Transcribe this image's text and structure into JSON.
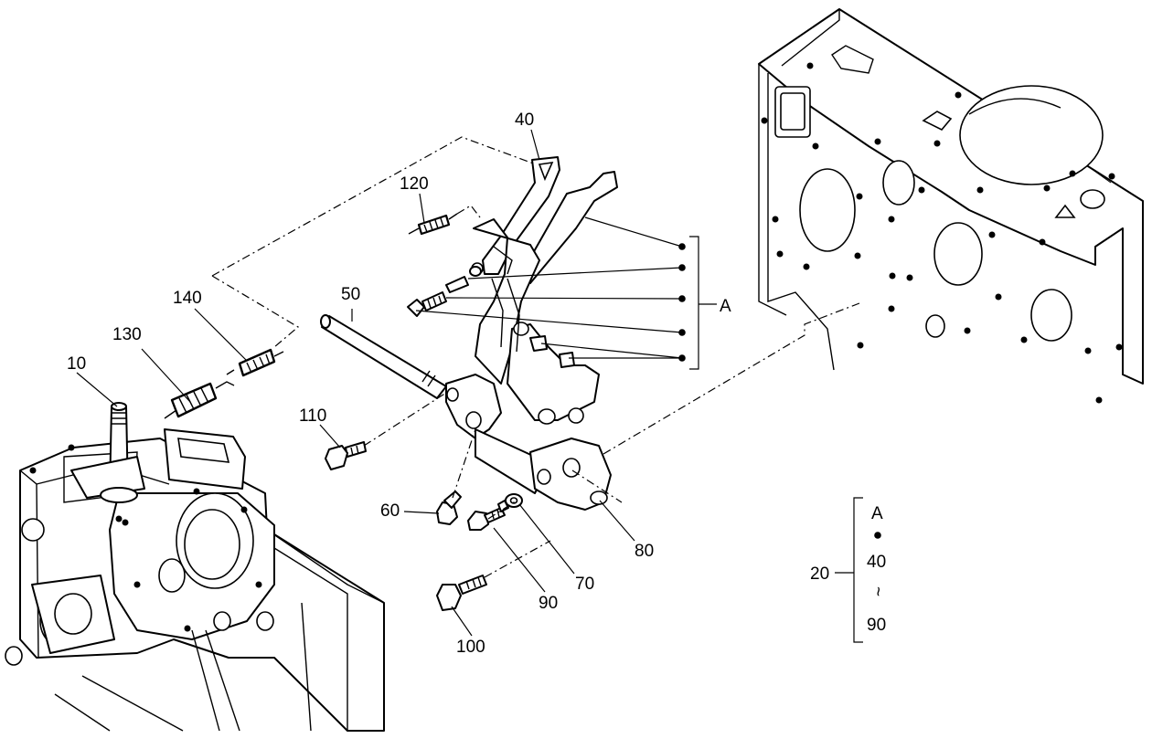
{
  "callouts": {
    "c10": "10",
    "c20": "20",
    "c40": "40",
    "c50": "50",
    "c60": "60",
    "c70": "70",
    "c80": "80",
    "c90": "90",
    "c100": "100",
    "c110": "110",
    "c120": "120",
    "c130": "130",
    "c140": "140"
  },
  "group_a": {
    "label": "A"
  },
  "legend": {
    "ref": "20",
    "letter": "A",
    "from": "40",
    "tilde": "~",
    "to": "90"
  }
}
